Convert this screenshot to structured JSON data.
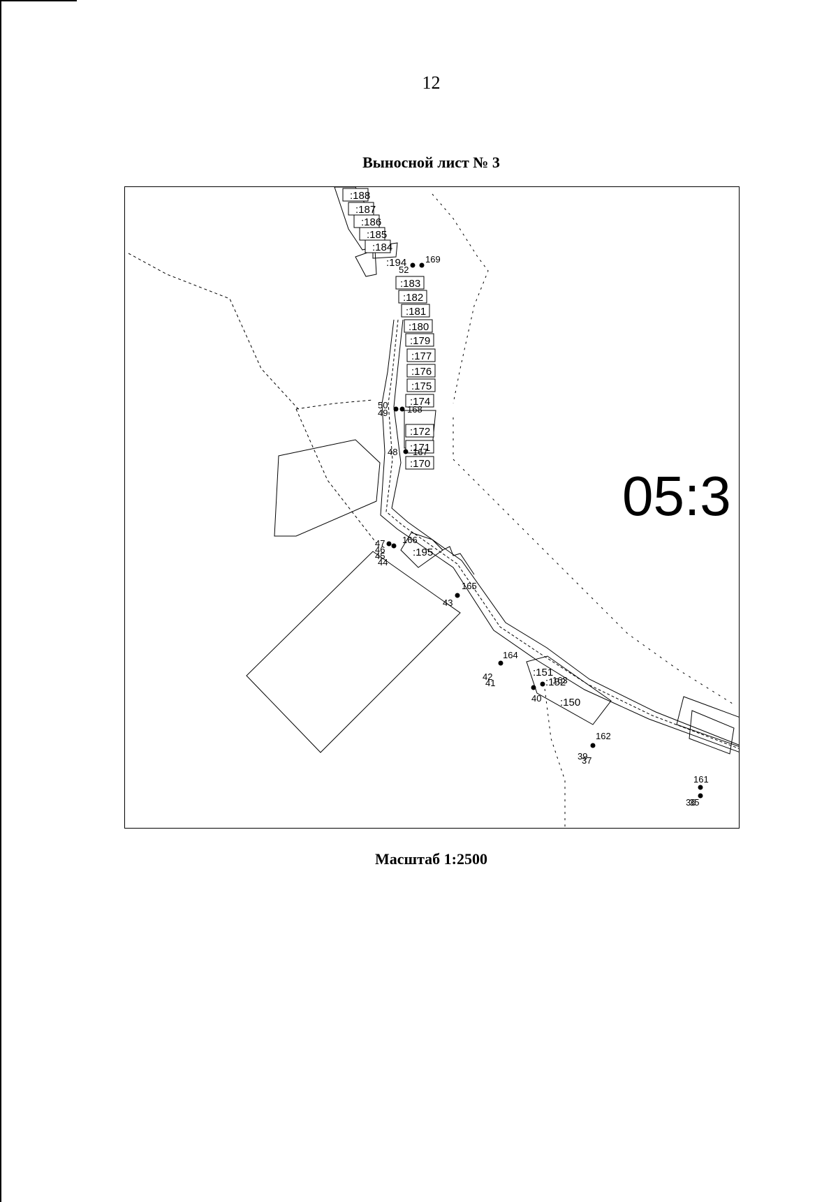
{
  "page": {
    "number": "12",
    "title": "Выносной лист № 3",
    "scale": "Масштаб 1:2500"
  },
  "map": {
    "quarter_label": "05:3",
    "parcel_labels": [
      ":188",
      ":187",
      ":186",
      ":185",
      ":184",
      ":194",
      ":183",
      ":182",
      ":181",
      ":180",
      ":179",
      ":177",
      ":176",
      ":175",
      ":174",
      ":172",
      ":171",
      ":170",
      ":195",
      ":151",
      ":152",
      ":150"
    ],
    "point_labels": [
      "169",
      "52",
      "168",
      "50",
      "49",
      "48",
      "167",
      "166",
      "47",
      "46",
      "45",
      "44",
      "165",
      "43",
      "164",
      "42",
      "41",
      "163",
      "40",
      "162",
      "39",
      "37",
      "161",
      "36",
      "35"
    ]
  }
}
